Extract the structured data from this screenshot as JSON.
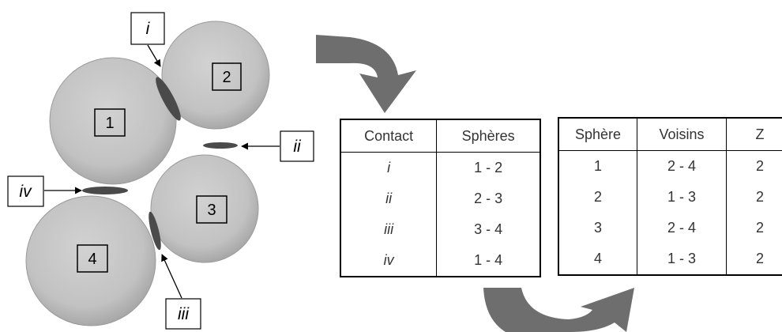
{
  "spheres": [
    {
      "label": "1"
    },
    {
      "label": "2"
    },
    {
      "label": "3"
    },
    {
      "label": "4"
    }
  ],
  "contact_callouts": [
    "i",
    "ii",
    "iii",
    "iv"
  ],
  "contact_table": {
    "headers": [
      "Contact",
      "Sphères"
    ],
    "rows": [
      [
        "i",
        "1 - 2"
      ],
      [
        "ii",
        "2 - 3"
      ],
      [
        "iii",
        "3 - 4"
      ],
      [
        "iv",
        "1 - 4"
      ]
    ]
  },
  "neighbor_table": {
    "headers": [
      "Sphère",
      "Voisins",
      "Z"
    ],
    "rows": [
      [
        "1",
        "2 - 4",
        "2"
      ],
      [
        "2",
        "1 - 3",
        "2"
      ],
      [
        "3",
        "2 - 4",
        "2"
      ],
      [
        "4",
        "1 - 3",
        "2"
      ]
    ]
  },
  "colors": {
    "sphere_fill": "#c4c4c4",
    "contact_patch": "#4a4a4a",
    "arrow_fill": "#6e6e6e"
  }
}
